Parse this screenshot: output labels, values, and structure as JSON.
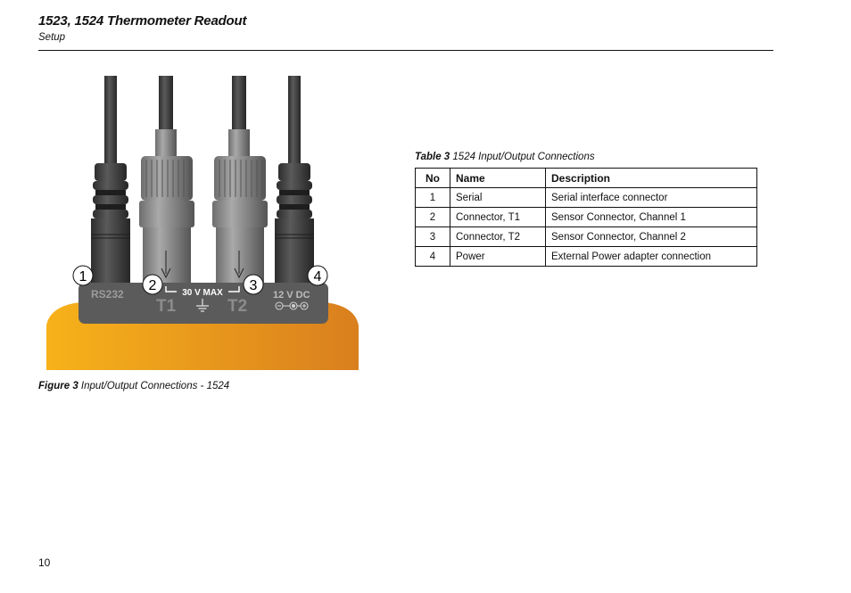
{
  "header": {
    "title": "1523, 1524 Thermometer Readout",
    "subtitle": "Setup"
  },
  "figure": {
    "caption_label": "Figure 3",
    "caption_text": " Input/Output Connections - 1524",
    "callouts": [
      "1",
      "2",
      "3",
      "4"
    ],
    "panel_labels": {
      "rs232": "RS232",
      "voltage": "30 V MAX",
      "dc": "12 V DC",
      "t1": "T1",
      "t2": "T2"
    },
    "colors": {
      "body_yellow": "#f7b21a",
      "body_orange": "#d97f1e",
      "panel": "#5b5b5b",
      "connector_dark": "#3d3d3d",
      "connector_mid": "#8a8a8a"
    }
  },
  "table": {
    "caption_label": "Table 3",
    "caption_text": " 1524 Input/Output Connections",
    "headers": [
      "No",
      "Name",
      "Description"
    ],
    "rows": [
      [
        "1",
        "Serial",
        "Serial interface connector"
      ],
      [
        "2",
        "Connector, T1",
        "Sensor Connector, Channel 1"
      ],
      [
        "3",
        "Connector, T2",
        "Sensor Connector, Channel 2"
      ],
      [
        "4",
        "Power",
        "External Power adapter connection"
      ]
    ]
  },
  "page_number": "10"
}
